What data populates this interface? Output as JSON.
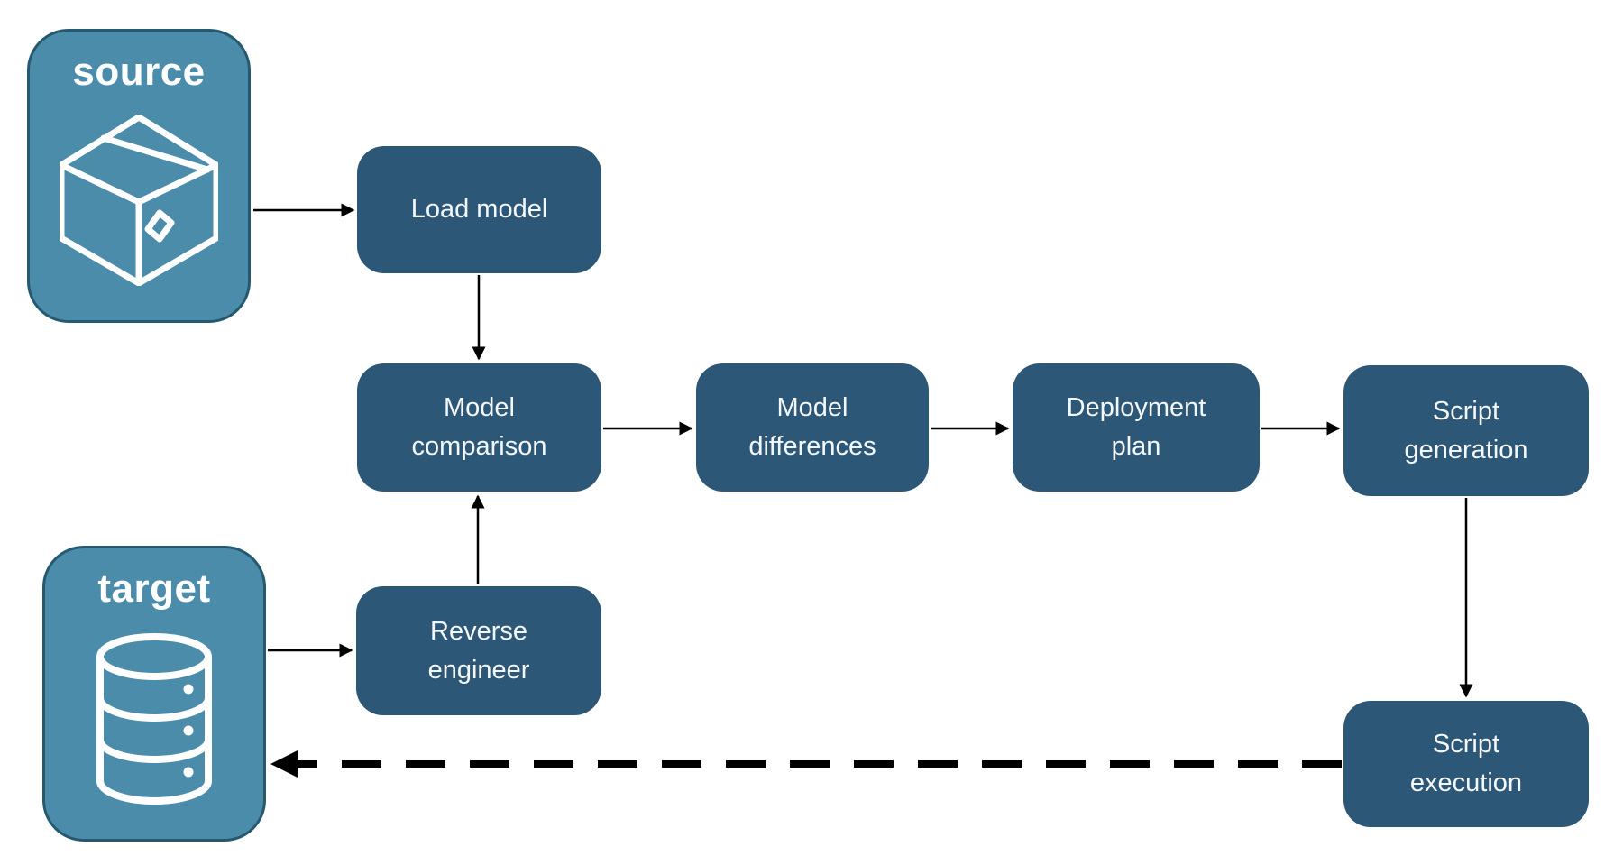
{
  "diagram": {
    "endpoints": {
      "source": {
        "label": "source",
        "icon": "package-icon"
      },
      "target": {
        "label": "target",
        "icon": "database-icon"
      }
    },
    "nodes": {
      "load_model": {
        "label": "Load model",
        "lines": [
          "Load model"
        ]
      },
      "model_comparison": {
        "label": "Model comparison",
        "lines": [
          "Model",
          "comparison"
        ]
      },
      "model_differences": {
        "label": "Model differences",
        "lines": [
          "Model",
          "differences"
        ]
      },
      "deployment_plan": {
        "label": "Deployment plan",
        "lines": [
          "Deployment",
          "plan"
        ]
      },
      "script_generation": {
        "label": "Script generation",
        "lines": [
          "Script",
          "generation"
        ]
      },
      "reverse_engineer": {
        "label": "Reverse engineer",
        "lines": [
          "Reverse",
          "engineer"
        ]
      },
      "script_execution": {
        "label": "Script execution",
        "lines": [
          "Script",
          "execution"
        ]
      }
    },
    "edges": [
      {
        "from": "source",
        "to": "load_model",
        "style": "solid"
      },
      {
        "from": "load_model",
        "to": "model_comparison",
        "style": "solid"
      },
      {
        "from": "model_comparison",
        "to": "model_differences",
        "style": "solid"
      },
      {
        "from": "model_differences",
        "to": "deployment_plan",
        "style": "solid"
      },
      {
        "from": "deployment_plan",
        "to": "script_generation",
        "style": "solid"
      },
      {
        "from": "script_generation",
        "to": "script_execution",
        "style": "solid"
      },
      {
        "from": "target",
        "to": "reverse_engineer",
        "style": "solid"
      },
      {
        "from": "reverse_engineer",
        "to": "model_comparison",
        "style": "solid"
      },
      {
        "from": "script_execution",
        "to": "target",
        "style": "dashed"
      }
    ],
    "colors": {
      "endpoint_fill": "#4A8CAA",
      "endpoint_border": "#26596F",
      "node_fill": "#2D5776",
      "node_text": "#FFFFFF",
      "arrow": "#000000",
      "background": "#FFFFFF"
    }
  }
}
